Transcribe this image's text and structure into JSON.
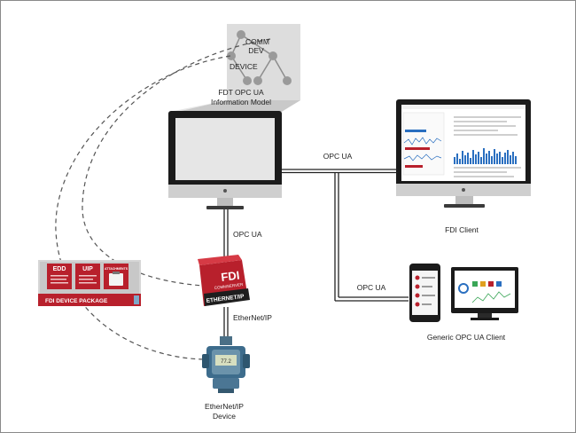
{
  "diagram": {
    "labels": {
      "comm_dev": "COMM\nDEV",
      "device": "DEVICE",
      "info_model": "FDT OPC UA\nInformation Model",
      "opc_ua_top": "OPC UA",
      "opc_ua_vertical": "OPC UA",
      "opc_ua_bottom": "OPC UA",
      "fdi_client": "FDI Client",
      "generic_client": "Generic OPC UA Client",
      "ethernet_ip": "EtherNet/IP",
      "ethernet_ip_device": "EtherNet/IP\nDevice"
    },
    "gateway": {
      "brand": "FDI",
      "sub": "COMMSERVER",
      "band": "ETHERNET/IP"
    },
    "package": {
      "title": "FDI DEVICE PACKAGE",
      "edd": "EDD",
      "uip": "UIP",
      "attachments": "ATTACHMENTS"
    },
    "transmitter": {
      "display_value": "77.2"
    },
    "colors": {
      "accent_red": "#b8202c",
      "monitor_frame": "#1c1c1c",
      "line": "#222222",
      "dashed": "#555555",
      "chart_blue": "#2a6fc0"
    }
  }
}
